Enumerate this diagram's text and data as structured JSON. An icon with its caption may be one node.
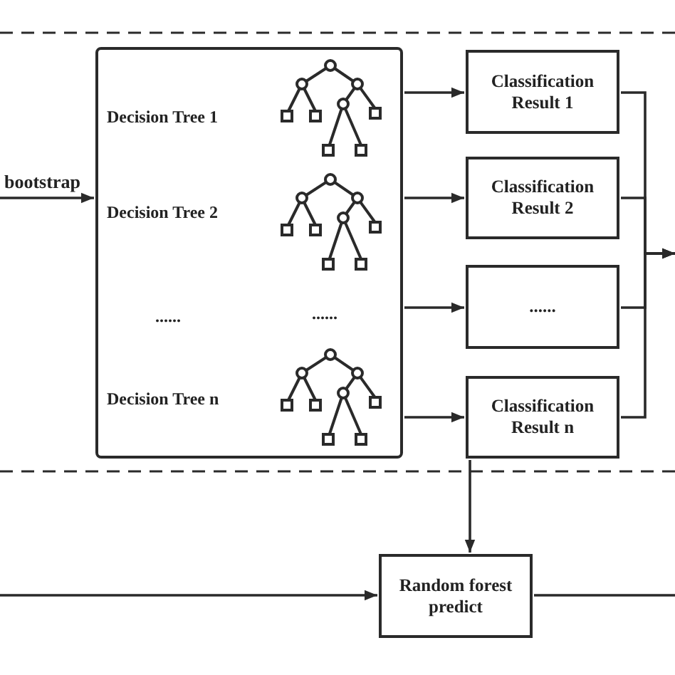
{
  "diagram": {
    "nodes": [
      {
        "text": [
          "Decision Tree 1",
          "Decision Tree 2",
          "......",
          "......",
          "Decision Tree n"
        ]
      },
      {
        "text": [
          "Classification Result 1"
        ]
      },
      {
        "text": [
          "Classification Result 2"
        ]
      },
      {
        "text": [
          "......"
        ]
      },
      {
        "text": [
          "Classification Result n"
        ]
      },
      {
        "text": [
          "Random forest predict"
        ]
      }
    ],
    "edges": [
      {
        "from": null,
        "to": 0,
        "arrow": "to",
        "label": "bootstrap"
      },
      {
        "from": 0,
        "to": 1,
        "arrow": "to"
      },
      {
        "from": 0,
        "to": 2,
        "arrow": "to"
      },
      {
        "from": 0,
        "to": 3,
        "arrow": "to"
      },
      {
        "from": 0,
        "to": 4,
        "arrow": "to"
      },
      {
        "from": 1,
        "to": null,
        "arrow": "to"
      },
      {
        "from": 2,
        "to": null,
        "arrow": "to"
      },
      {
        "from": 3,
        "to": null,
        "arrow": "to"
      },
      {
        "from": 4,
        "to": null,
        "arrow": "to"
      },
      {
        "from": 4,
        "to": 5,
        "arrow": "to"
      },
      {
        "from": null,
        "to": 5,
        "arrow": "to"
      },
      {
        "from": 5,
        "to": null,
        "arrow": "none"
      }
    ]
  }
}
